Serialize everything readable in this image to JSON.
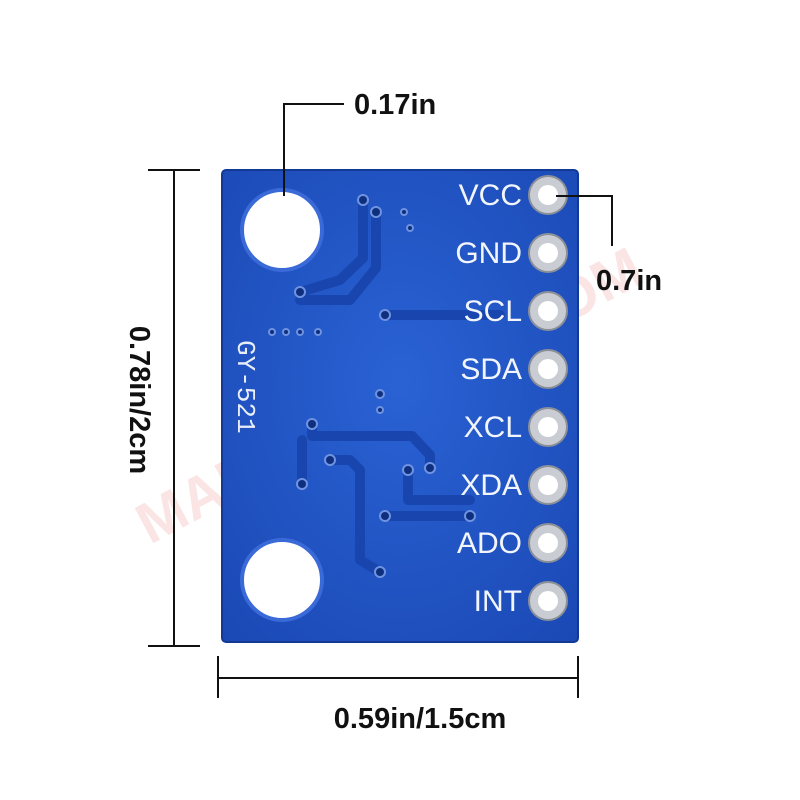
{
  "dimensions": {
    "hole_diameter": "0.17in",
    "pin_pitch": "0.7in",
    "height": "0.78in/2cm",
    "width": "0.59in/1.5cm"
  },
  "board": {
    "silkscreen": "GY-521",
    "pins": [
      "VCC",
      "GND",
      "SCL",
      "SDA",
      "XCL",
      "XDA",
      "ADO",
      "INT"
    ],
    "board_color": "#1f55c8",
    "pad_color": "#c9ccd2"
  },
  "watermark": "MAKERSTORE.COM"
}
